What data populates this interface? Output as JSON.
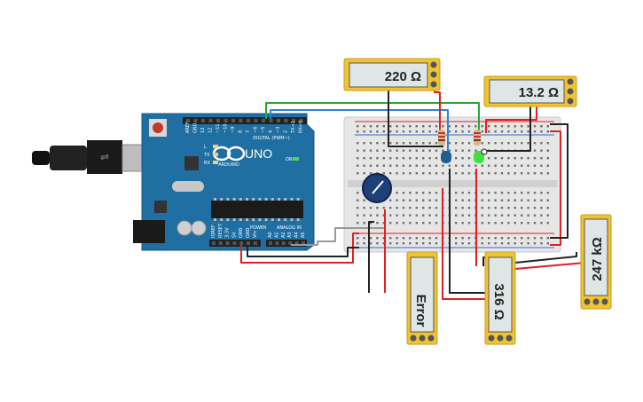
{
  "board": {
    "brand": "UNO",
    "logo_text": "ARDUINO",
    "digital_label": "DIGITAL (PWM~)",
    "analog_label": "ANALOG IN",
    "power_label": "POWER",
    "on_label": "ON",
    "led_labels": [
      "L",
      "TX",
      "RX"
    ],
    "analog_pins": [
      "A0",
      "A1",
      "A2",
      "A3",
      "A4",
      "A5"
    ],
    "power_pins": [
      "IOREF",
      "RESET",
      "3.3V",
      "5V",
      "GND",
      "GND",
      "Vin"
    ],
    "digital_pins": [
      "AREF",
      "GND",
      "13",
      "12",
      "~11",
      "~10",
      "~9",
      "8",
      "7",
      "~6",
      "~5",
      "4",
      "~3",
      "2",
      "TX→1",
      "RX←0"
    ]
  },
  "meters": {
    "top_left": {
      "reading": "220 Ω"
    },
    "top_right": {
      "reading": "13.2 Ω"
    },
    "bottom_left": {
      "reading": "Error"
    },
    "bottom_middle": {
      "reading": "316 Ω"
    },
    "bottom_right": {
      "reading": "247 kΩ"
    }
  },
  "colors": {
    "board": "#1f6fa3",
    "breadboard": "#e8e8e8",
    "wire_red": "#e02020",
    "wire_black": "#222222",
    "wire_green": "#22a93a",
    "wire_blue": "#2a86d4",
    "wire_gray": "#999999",
    "meter_body": "#f1c232",
    "lcd": "#dfe6e6",
    "led_blue": "#1e5f8f",
    "led_green": "#3fe03f"
  }
}
